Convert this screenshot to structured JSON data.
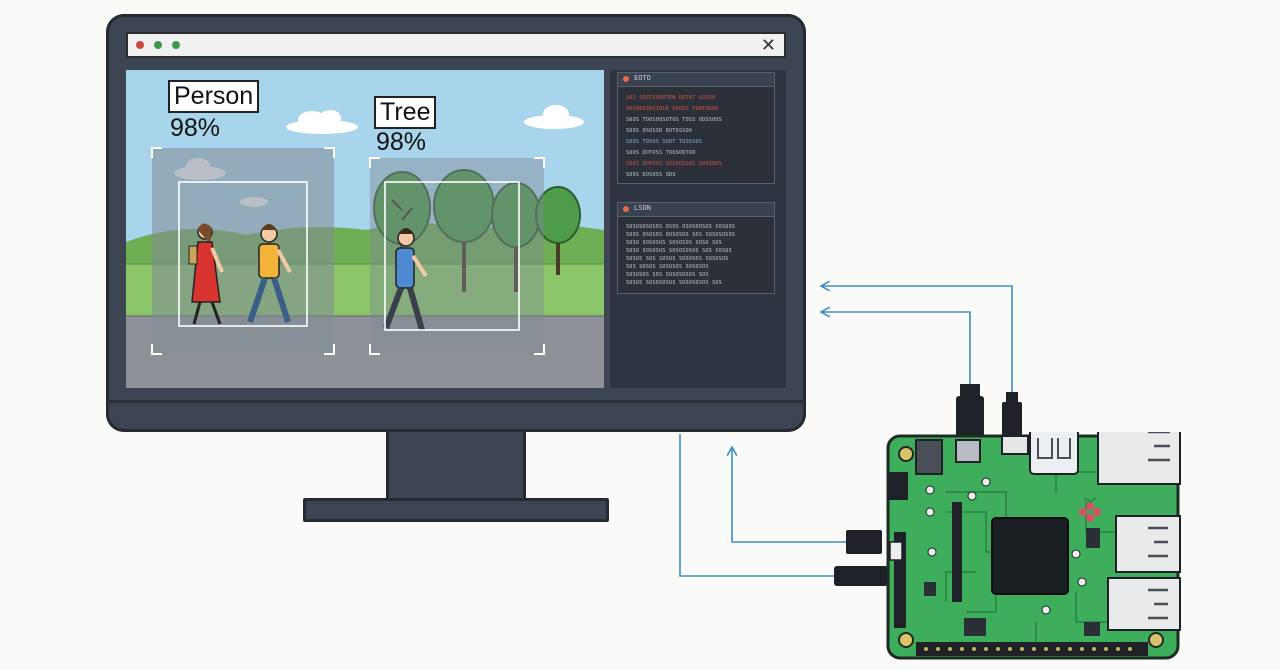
{
  "colors": {
    "monitor": "#3d4452",
    "board_pcb": "#3fae5c",
    "cable": "#3f8fc4",
    "box": "#ffffff",
    "log_red": "#e05a48",
    "log_blue": "#8fb6e4",
    "log_white": "#c9ced6"
  },
  "window": {
    "dots": [
      "#d04a3c",
      "#3a9a4a",
      "#3a9a4a"
    ],
    "close_label": "✕"
  },
  "detections": [
    {
      "label": "Person",
      "confidence": "98%"
    },
    {
      "label": "Tree",
      "confidence": "98%"
    }
  ],
  "panels": [
    {
      "title": "EOTO",
      "lines": [
        {
          "text": "SOS SEGTSOROTEN DOTAT SOIOO",
          "color": "red"
        },
        {
          "text": "SUSOEOSOSIOLE OSOSS TONTODOS",
          "color": "red"
        },
        {
          "text": "SOOS TOOSOOSOTOS TOSS ODSSOOS",
          "color": "white"
        },
        {
          "text": "SOOS OSOSSD DOTOSSOO",
          "color": "white"
        },
        {
          "text": "SOOS TOSOS SOOT TOOSSOS",
          "color": "blue"
        },
        {
          "text": "SOOS DOTOSS TOOSOOTOO",
          "color": "white"
        },
        {
          "text": "SOOS DOTOSS SOSOOSSOS SOOSOOS",
          "color": "red"
        },
        {
          "text": "SOOS DOSOSS SDS",
          "color": "white"
        }
      ]
    },
    {
      "title": "LSON",
      "lines": [
        {
          "text": "SOSOSOSOSOS OSOS OSOSOOSOS SOSOOS",
          "color": "white"
        },
        {
          "text": "SOOS OSOSOS OOSOSOS SOS SOSOSOSOS",
          "color": "white"
        },
        {
          "text": "SOSO SOSOSOS SOSOSOS SOSO SOS",
          "color": "white"
        },
        {
          "text": "SOSO SOSOSOS SOSOSOSOS SOS SOSOS",
          "color": "white"
        },
        {
          "text": "SOSOS SOS SOSOS SOSOSOS SOSOSOS",
          "color": "white"
        },
        {
          "text": "SOS SOSOS SOSOSOS SOSOSOS",
          "color": "white"
        },
        {
          "text": "SOSOSOS SOS SOSOSOSOS SOS",
          "color": "white"
        },
        {
          "text": "SOSOS SOSOSOSOS SOSOSOSOS SOS",
          "color": "white"
        }
      ]
    }
  ]
}
